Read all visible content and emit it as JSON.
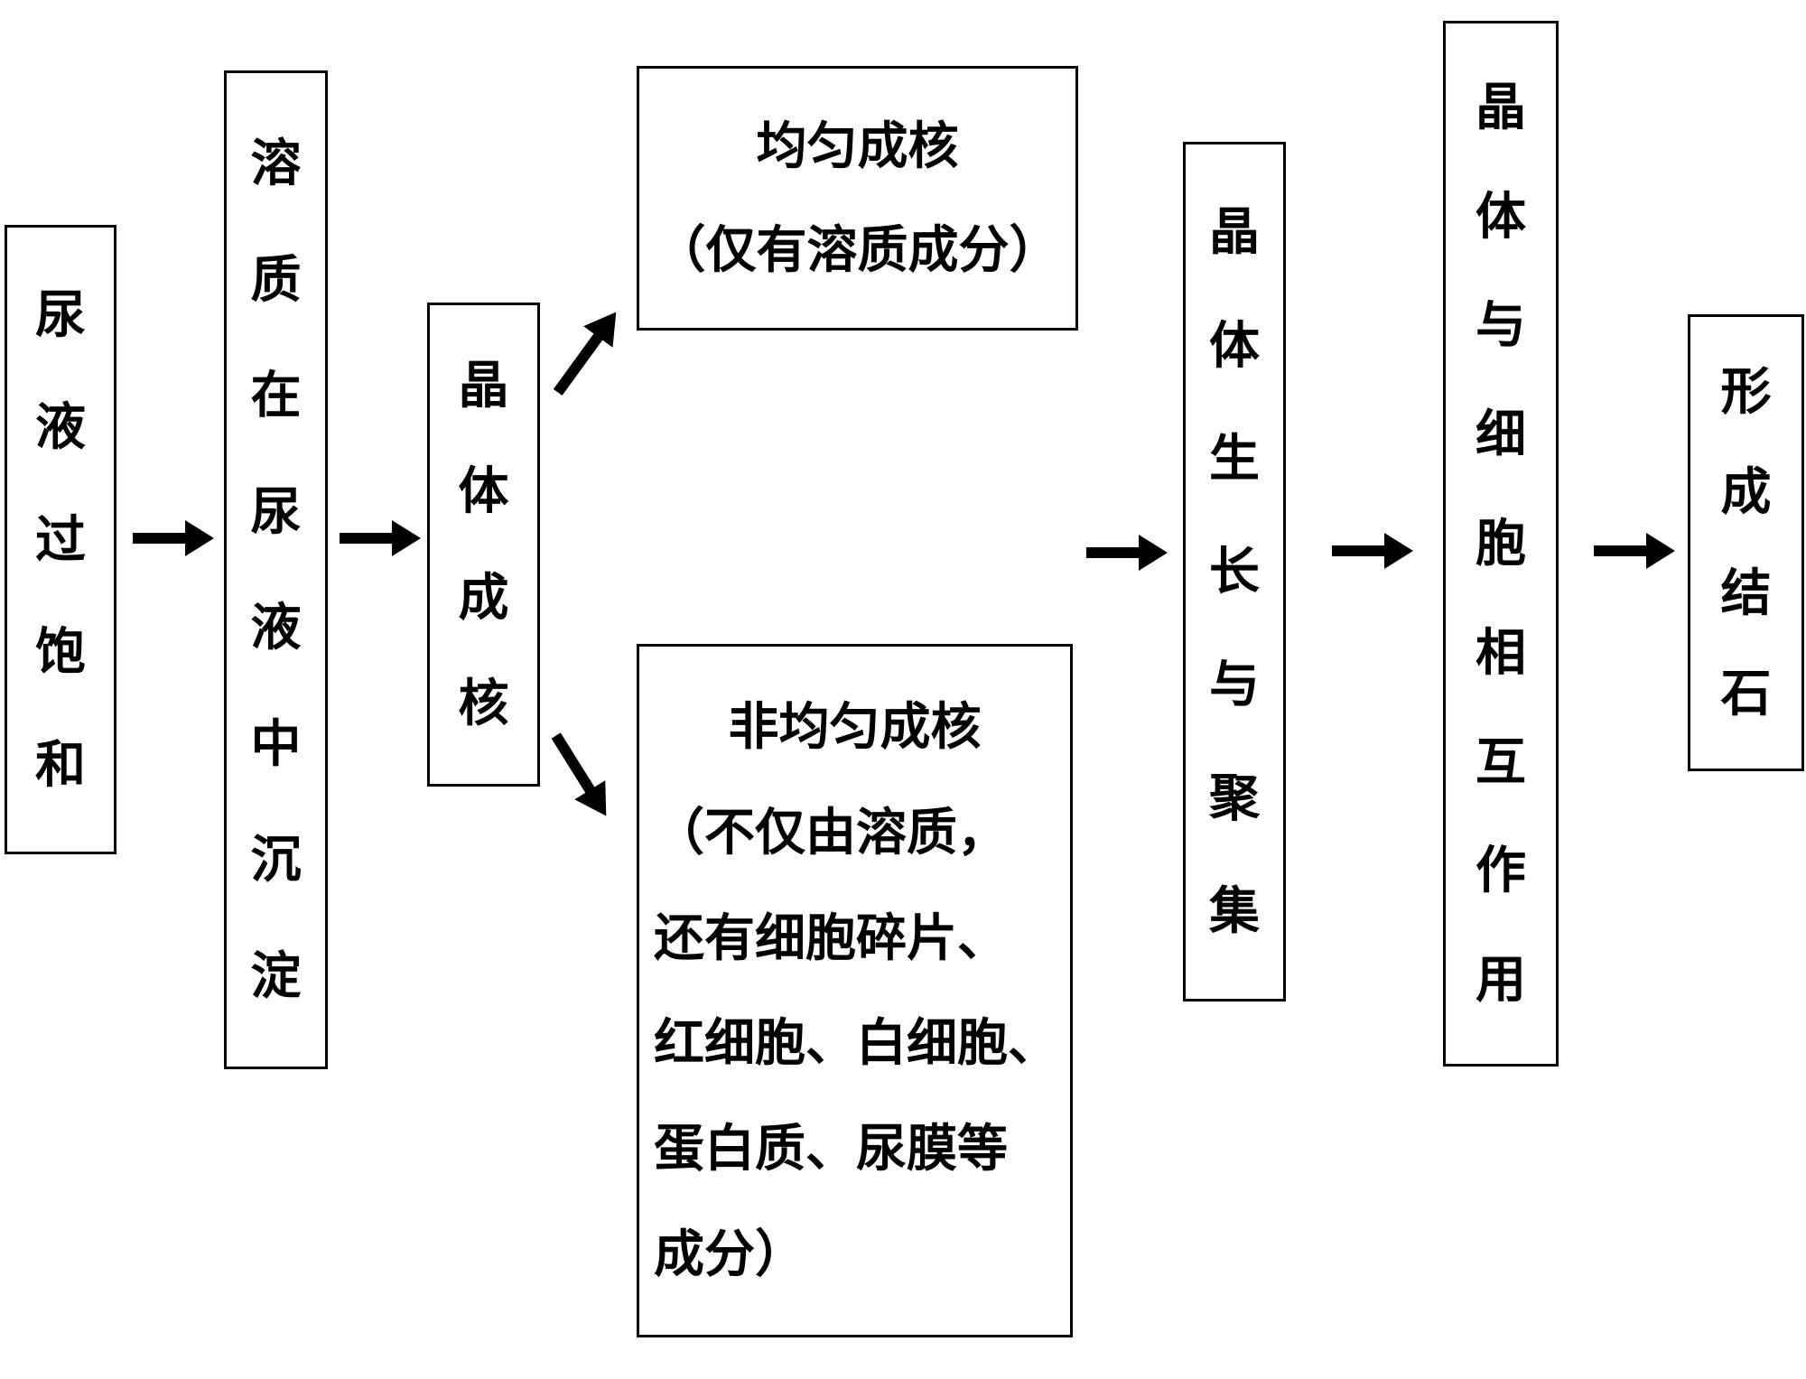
{
  "diagram": {
    "type": "flowchart",
    "direction": "left-to-right",
    "colors": {
      "background": "#ffffff",
      "box_border": "#000000",
      "text": "#000000",
      "arrow": "#000000"
    },
    "icons": {
      "horizontal_arrow": "arrow-right-icon",
      "diagonal_up_arrow": "arrow-up-right-icon",
      "diagonal_down_arrow": "arrow-down-right-icon"
    },
    "nodes": {
      "urine_supersaturation": {
        "text": "尿液过饱和",
        "orientation": "vertical"
      },
      "solute_precipitation": {
        "text": "溶质在尿液中沉淀",
        "orientation": "vertical"
      },
      "crystal_nucleation": {
        "text": "晶体成核",
        "orientation": "vertical"
      },
      "homogeneous_nucleation": {
        "lines": [
          "均匀成核",
          "（仅有溶质成分）"
        ],
        "orientation": "horizontal"
      },
      "heterogeneous_nucleation": {
        "lines": [
          "非均匀成核",
          "（不仅由溶质，",
          "还有细胞碎片、",
          "红细胞、白细胞、",
          "蛋白质、尿膜等",
          "成分）"
        ],
        "orientation": "horizontal"
      },
      "crystal_growth_aggregation": {
        "text": "晶体生长与聚集",
        "orientation": "vertical"
      },
      "crystal_cell_interaction": {
        "text": "晶体与细胞相互作用",
        "orientation": "vertical"
      },
      "stone_formation": {
        "text": "形成结石",
        "orientation": "vertical"
      }
    },
    "edges": [
      {
        "from": "urine_supersaturation",
        "to": "solute_precipitation"
      },
      {
        "from": "solute_precipitation",
        "to": "crystal_nucleation"
      },
      {
        "from": "crystal_nucleation",
        "to": "homogeneous_nucleation"
      },
      {
        "from": "crystal_nucleation",
        "to": "heterogeneous_nucleation"
      },
      {
        "from": "nucleation_branch",
        "to": "crystal_growth_aggregation"
      },
      {
        "from": "crystal_growth_aggregation",
        "to": "crystal_cell_interaction"
      },
      {
        "from": "crystal_cell_interaction",
        "to": "stone_formation"
      }
    ]
  }
}
